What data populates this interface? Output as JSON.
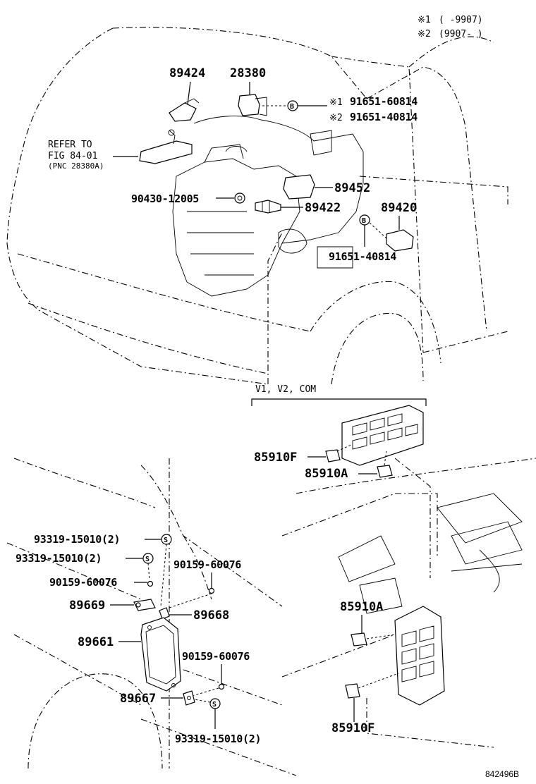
{
  "legend": {
    "line1_mark": "※1",
    "line1_range": "(     -9907)",
    "line2_mark": "※2",
    "line2_range": "(9907-     )"
  },
  "reference_note": {
    "line1": "REFER TO",
    "line2": "FIG 84-01",
    "line3": "(PNC 28380A)"
  },
  "engine_parts": {
    "p89424": "89424",
    "p28380": "28380",
    "bolt_a_mark": "※1",
    "bolt_a": "91651-60814",
    "bolt_b_mark": "※2",
    "bolt_b": "91651-40814",
    "p89452": "89452",
    "p90430": "90430-12005",
    "p89422": "89422",
    "p89420": "89420",
    "bolt_c": "91651-40814",
    "circle_label": "B"
  },
  "relay_block": {
    "variant_label": "V1, V2, COM",
    "p85910F_top": "85910F",
    "p85910A_top": "85910A",
    "p85910A_bottom": "85910A",
    "p85910F_bottom": "85910F"
  },
  "ecu_parts": {
    "screw_1": "93319-15010(2)",
    "screw_2": "93319-15010(2)",
    "screw_3": "93319-15010(2)",
    "bolt_1": "90159-60076",
    "bolt_2": "90159-60076",
    "bolt_3": "90159-60076",
    "p89669": "89669",
    "p89668": "89668",
    "p89661": "89661",
    "p89667": "89667",
    "circle_label": "S"
  },
  "figure_id": "842496B"
}
